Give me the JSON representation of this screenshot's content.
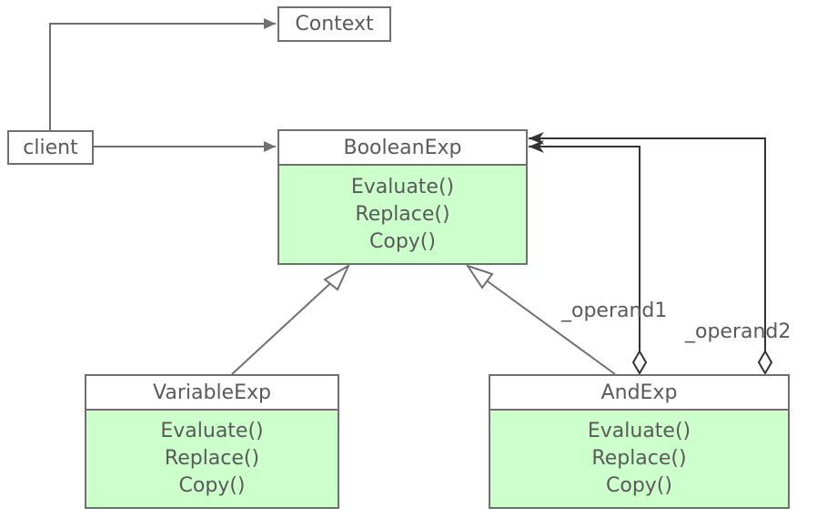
{
  "classes": {
    "context": {
      "name": "Context"
    },
    "client": {
      "name": "client"
    },
    "boolean_exp": {
      "name": "BooleanExp",
      "methods": [
        "Evaluate()",
        "Replace()",
        "Copy()"
      ]
    },
    "variable_exp": {
      "name": "VariableExp",
      "methods": [
        "Evaluate()",
        "Replace()",
        "Copy()"
      ]
    },
    "and_exp": {
      "name": "AndExp",
      "methods": [
        "Evaluate()",
        "Replace()",
        "Copy()"
      ]
    }
  },
  "relations": {
    "operand1_label": "_operand1",
    "operand2_label": "_operand2"
  },
  "colors": {
    "line": "#707070",
    "arrow_dark": "#333333",
    "method_fill": "#ccffcc"
  }
}
